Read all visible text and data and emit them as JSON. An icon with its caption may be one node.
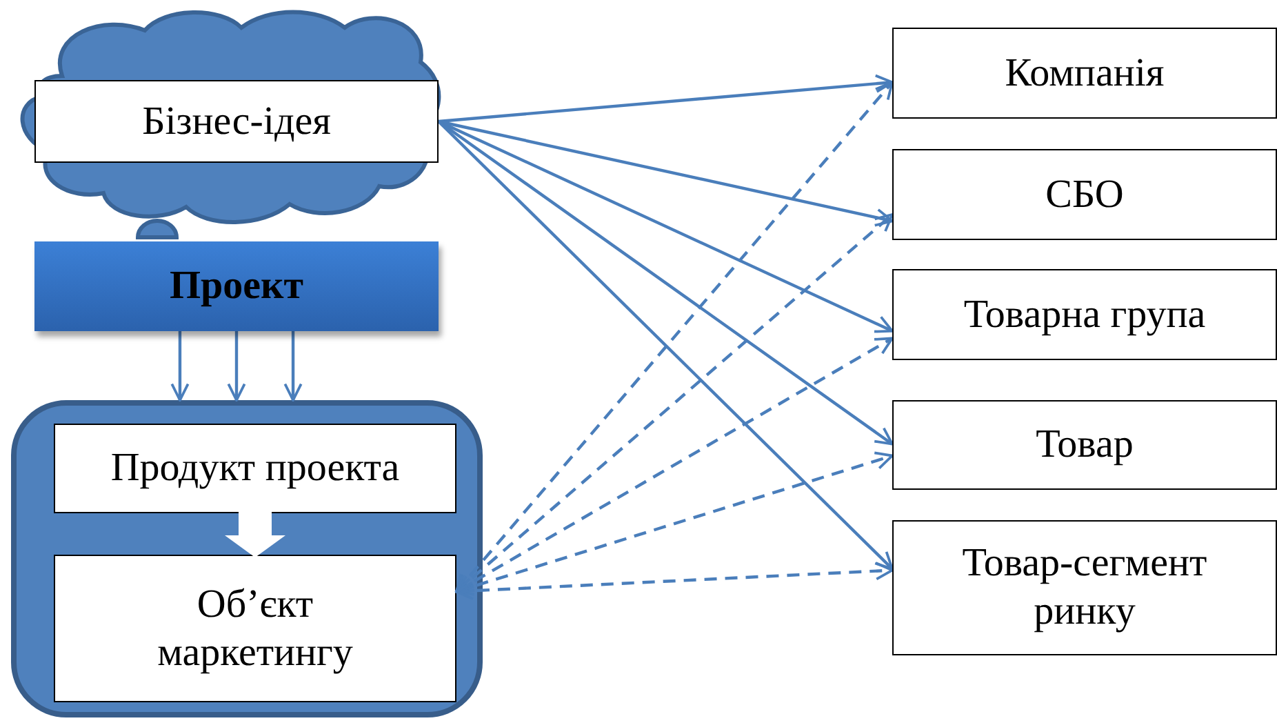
{
  "diagram": {
    "nodes": [
      {
        "text": [
          "Бізнес-ідея"
        ]
      },
      {
        "text": [
          "Проект"
        ]
      },
      {
        "text": [],
        "shape": "box"
      },
      {
        "text": [
          "Продукт проекта"
        ],
        "in": 2
      },
      {
        "text": [
          "Об’єкт маркетингу"
        ],
        "in": 2
      },
      {
        "text": [
          "Компанія"
        ]
      },
      {
        "text": [
          "СБО"
        ]
      },
      {
        "text": [
          "Товарна група"
        ]
      },
      {
        "text": [
          "Товар"
        ]
      },
      {
        "text": [
          "Товар-сегмент ринку"
        ]
      }
    ],
    "edges": [
      {
        "from": 1,
        "to": 2,
        "arrow": "to"
      },
      {
        "from": 1,
        "to": 2,
        "arrow": "to"
      },
      {
        "from": 1,
        "to": 2,
        "arrow": "to"
      },
      {
        "from": 3,
        "to": 4,
        "arrow": "to",
        "style": "thick",
        "color": "#ffffff"
      },
      {
        "from": 0,
        "to": 5,
        "arrow": "to"
      },
      {
        "from": 0,
        "to": 6,
        "arrow": "to"
      },
      {
        "from": 0,
        "to": 7,
        "arrow": "to"
      },
      {
        "from": 0,
        "to": 8,
        "arrow": "to"
      },
      {
        "from": 0,
        "to": 9,
        "arrow": "to"
      },
      {
        "from": 4,
        "to": 5,
        "arrow": "both",
        "style": "dashed"
      },
      {
        "from": 4,
        "to": 6,
        "arrow": "both",
        "style": "dashed"
      },
      {
        "from": 4,
        "to": 7,
        "arrow": "both",
        "style": "dashed"
      },
      {
        "from": 4,
        "to": 8,
        "arrow": "both",
        "style": "dashed"
      },
      {
        "from": 4,
        "to": 9,
        "arrow": "both",
        "style": "dashed"
      }
    ]
  }
}
